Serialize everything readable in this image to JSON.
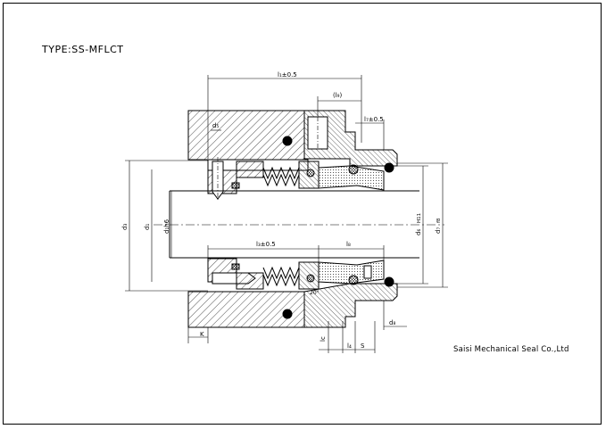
{
  "title": "TYPE:SS-MFLCT",
  "company": "Saisi Mechanical Seal Co.,Ltd",
  "dimensions": {
    "l1": "l₁±0.5",
    "l9": "(l₉)",
    "l7": "l₇±0.5",
    "l3": "l₃±0.5",
    "l8": "l₈",
    "l4": "l₄",
    "d3": "d₃",
    "d1": "d₁",
    "d1h6": "d₁h6",
    "d6": "d₆",
    "d6tol": "H11",
    "d7": "d₇",
    "d7tol": "f8",
    "d8": "d₈",
    "d5": "d₅",
    "K": "K",
    "S": "S",
    "lc": "lᴄ",
    "angle": "20°"
  }
}
